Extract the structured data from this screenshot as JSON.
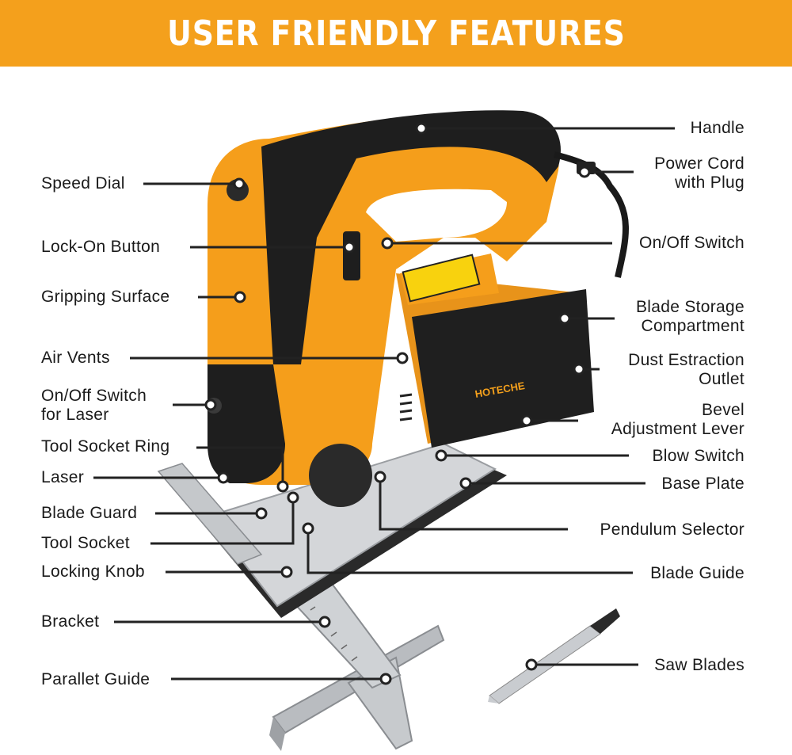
{
  "title": "USER FRIENDLY FEATURES",
  "brand": "HOTECHE",
  "colors": {
    "banner": "#f4a01c",
    "tool_orange": "#f59e1b",
    "tool_black": "#1e1e1e",
    "leader": "#222222"
  },
  "labels": {
    "handle": "Handle",
    "power_cord": [
      "Power Cord",
      "with Plug"
    ],
    "speed_dial": "Speed Dial",
    "lock_on_button": "Lock-On Button",
    "on_off_switch": "On/Off Switch",
    "gripping_surface": "Gripping Surface",
    "blade_storage": [
      "Blade Storage",
      "Compartment"
    ],
    "air_vents": "Air Vents",
    "dust_extraction": [
      "Dust Estraction",
      "Outlet"
    ],
    "laser_switch": [
      "On/Off Switch",
      "for Laser"
    ],
    "bevel_lever": [
      "Bevel",
      "Adjustment Lever"
    ],
    "tool_socket_ring": "Tool Socket Ring",
    "blow_switch": "Blow Switch",
    "laser": "Laser",
    "base_plate": "Base Plate",
    "blade_guard": "Blade Guard",
    "pendulum_selector": "Pendulum Selector",
    "tool_socket": "Tool Socket",
    "locking_knob": "Locking Knob",
    "blade_guide": "Blade Guide",
    "bracket": "Bracket",
    "saw_blades": "Saw Blades",
    "parallel_guide": "Parallet Guide"
  }
}
